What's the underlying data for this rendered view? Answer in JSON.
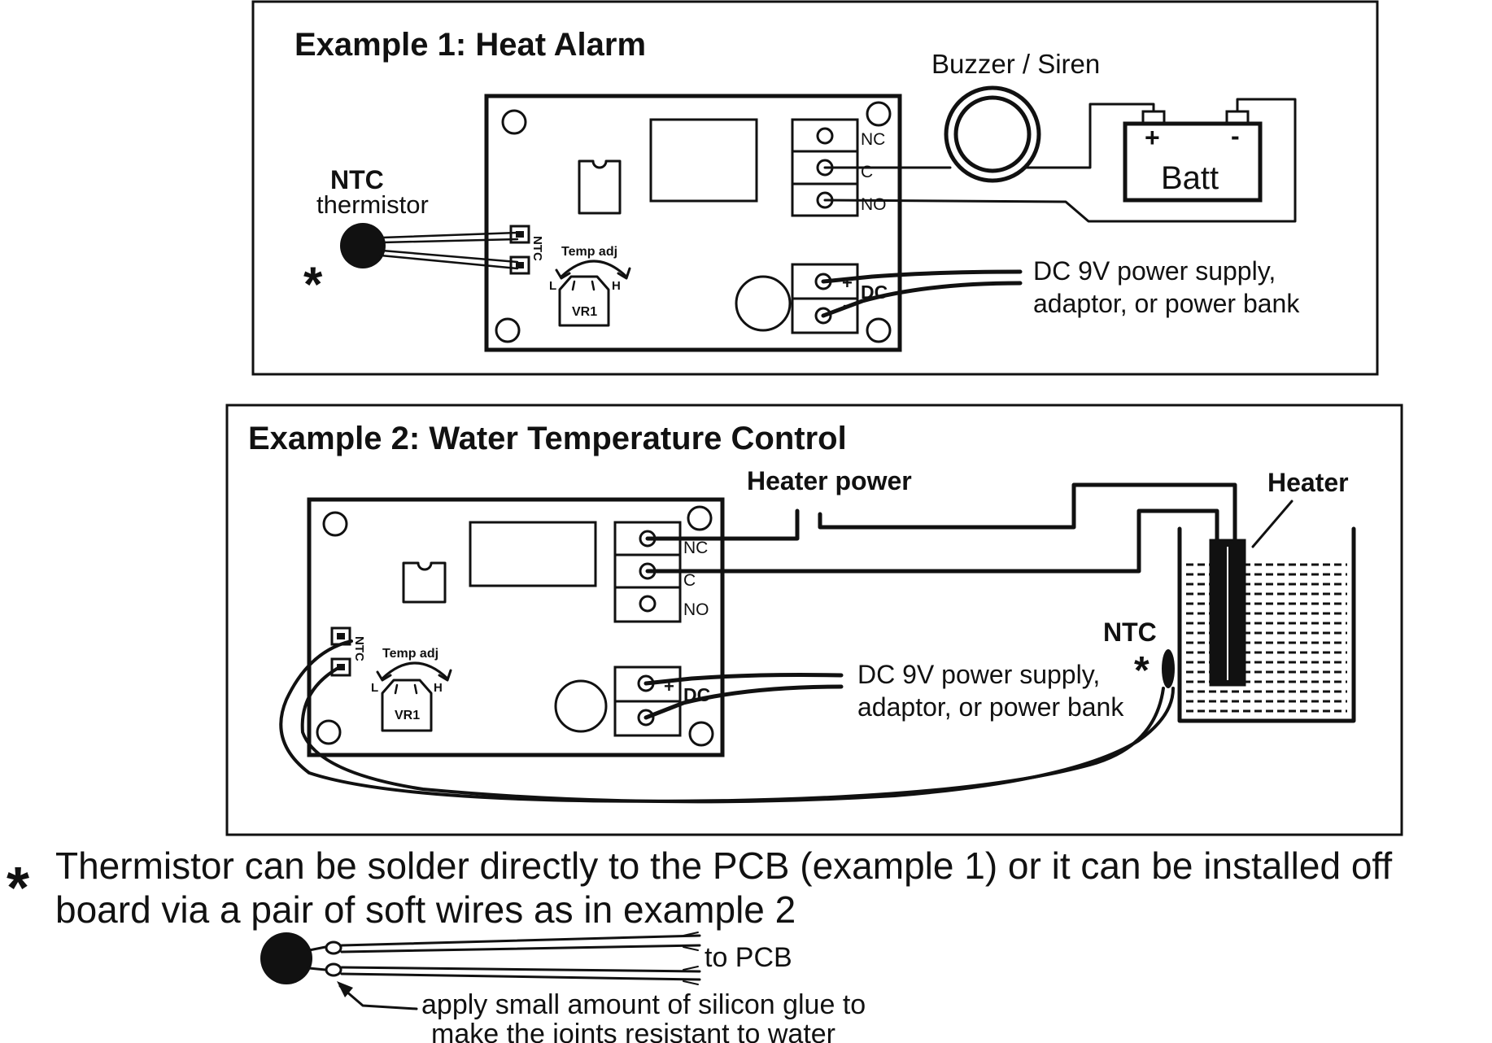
{
  "example1": {
    "title": "Example 1:  Heat Alarm",
    "ntc_label": "NTC",
    "thermistor_label": "thermistor",
    "buzzer_label": "Buzzer / Siren",
    "batt_label": "Batt",
    "batt_plus": "+",
    "batt_minus": "-",
    "relay_terminals": [
      "NC",
      "C",
      "NO"
    ],
    "pcb_ntc_label": "NTC",
    "temp_adj_label": "Temp adj",
    "pot_low": "L",
    "pot_high": "H",
    "pot_label": "VR1",
    "dc_label": "DC",
    "dc_plus": "+",
    "dc_minus": "-",
    "power_line1": "DC 9V power supply,",
    "power_line2": "adaptor, or power bank"
  },
  "example2": {
    "title": "Example  2:  Water Temperature Control",
    "heater_power_label": "Heater power",
    "heater_label": "Heater",
    "ntc_label": "NTC",
    "relay_terminals": [
      "NC",
      "C",
      "NO"
    ],
    "pcb_ntc_label": "NTC",
    "temp_adj_label": "Temp adj",
    "pot_low": "L",
    "pot_high": "H",
    "pot_label": "VR1",
    "dc_label": "DC",
    "dc_plus": "+",
    "dc_minus": "-",
    "power_line1": "DC 9V power supply,",
    "power_line2": "adaptor, or power bank"
  },
  "footnote": {
    "asterisk": "*",
    "line1": "Thermistor can be solder directly to the PCB (example 1) or it can be installed off",
    "line2": "board via  a pair  of soft wires as in example 2",
    "to_pcb": "to PCB",
    "glue_line1": "apply small amount of silicon glue to",
    "glue_line2": "make the joints resistant to water"
  }
}
